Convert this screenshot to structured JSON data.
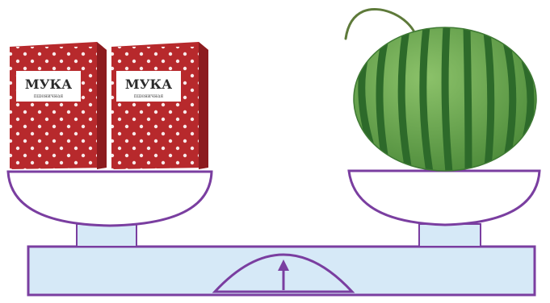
{
  "flour_bags": [
    {
      "label": "МУКА",
      "sublabel": "пшеничная"
    },
    {
      "label": "МУКА",
      "sublabel": "пшеничная"
    }
  ],
  "colors": {
    "scale_outline": "#7a3ea0",
    "scale_fill": "#d6e9f7",
    "pan_fill": "#ffffff",
    "bag_red": "#b7292c",
    "bag_red_dark": "#8c1c1f",
    "watermelon_light": "#6fae52",
    "watermelon_dark": "#2d6a2a",
    "stem": "#5e7a3a"
  },
  "icons": [
    "flour-bag-icon",
    "watermelon-icon",
    "balance-scale-icon",
    "pointer-arrow-icon"
  ]
}
